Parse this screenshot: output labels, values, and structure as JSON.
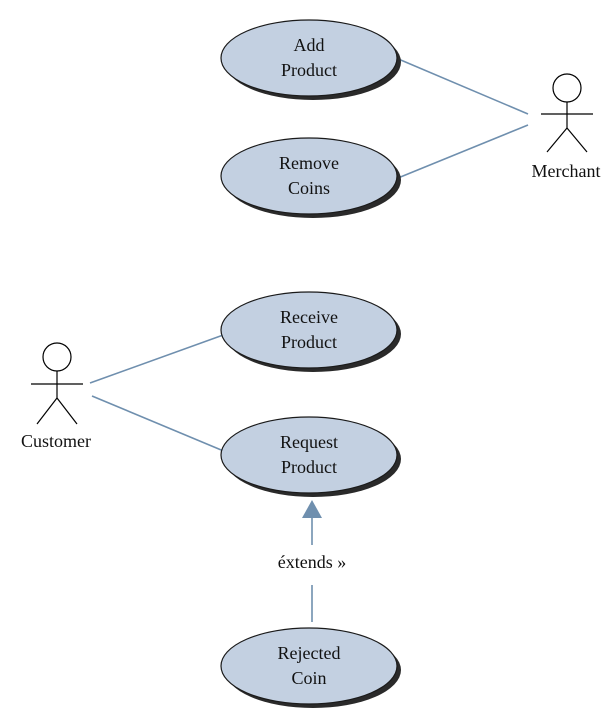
{
  "use_cases": {
    "add_product": [
      "Add",
      "Product"
    ],
    "remove_coins": [
      "Remove",
      "Coins"
    ],
    "receive_product": [
      "Receive",
      "Product"
    ],
    "request_product": [
      "Request",
      "Product"
    ],
    "rejected_coin": [
      "Rejected",
      "Coin"
    ]
  },
  "actors": {
    "merchant": "Merchant",
    "customer": "Customer"
  },
  "relationships": {
    "extends_label": "éxtends  »"
  },
  "colors": {
    "use_case_fill": "#c3d0e1",
    "connector": "#6f8fae"
  }
}
